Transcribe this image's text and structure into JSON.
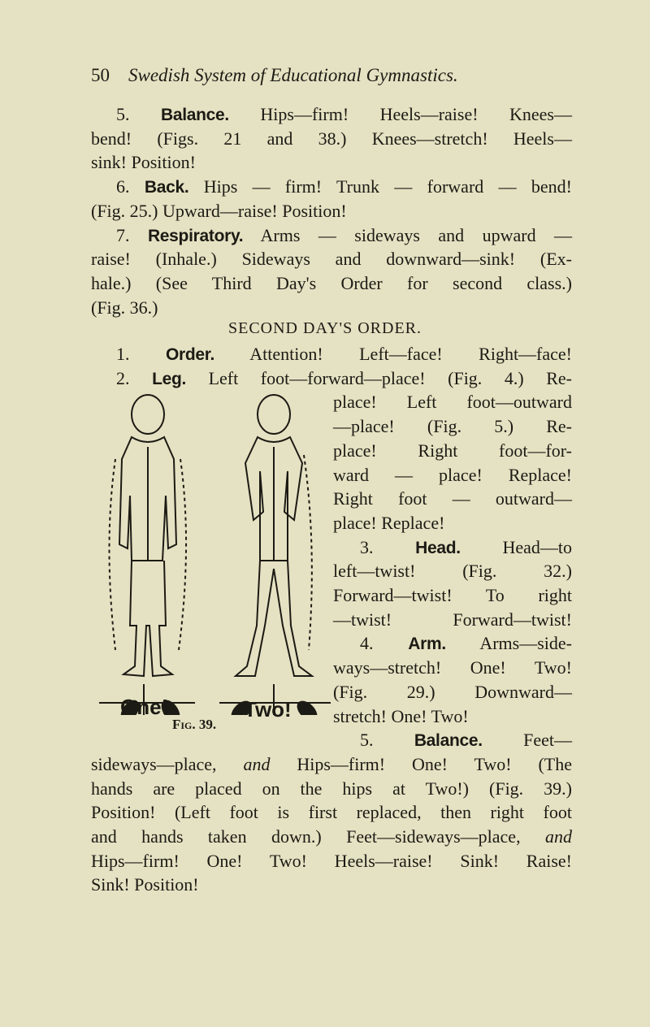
{
  "header": {
    "page_number": "50",
    "running_title": "Swedish System of Educational Gymnastics."
  },
  "section_heading": "SECOND DAY'S ORDER.",
  "figure": {
    "label_one": "One!",
    "label_two": "Two!",
    "caption": "Fig. 39."
  },
  "lines": [
    [
      {
        "t": "5. "
      },
      {
        "t": "Balance.",
        "s": "b"
      },
      {
        "t": " Hips—firm! Heels—raise! Knees—"
      }
    ],
    [
      {
        "t": "bend! (Figs. 21 and 38.) Knees—stretch! Heels—"
      }
    ],
    [
      {
        "t": "sink! Position!"
      }
    ],
    [
      {
        "t": "6. "
      },
      {
        "t": "Back.",
        "s": "b"
      },
      {
        "t": " Hips — firm! Trunk — forward — bend!"
      }
    ],
    [
      {
        "t": "(Fig. 25.) Upward—raise! Position!"
      }
    ],
    [
      {
        "t": "7. "
      },
      {
        "t": "Respiratory.",
        "s": "b"
      },
      {
        "t": " Arms — sideways and upward —"
      }
    ],
    [
      {
        "t": "raise! (Inhale.) Sideways and downward—sink! (Ex-"
      }
    ],
    [
      {
        "t": "hale.) (See Third Day's Order for second class.)"
      }
    ],
    [
      {
        "t": "(Fig. 36.)"
      }
    ],
    [
      {
        "t": "1. "
      },
      {
        "t": "Order.",
        "s": "b"
      },
      {
        "t": " Attention! Left—face! Right—face!"
      }
    ],
    [
      {
        "t": "2. "
      },
      {
        "t": "Leg.",
        "s": "b"
      },
      {
        "t": " Left foot—forward—place! (Fig. 4.) Re-"
      }
    ],
    [
      {
        "t": "place! Left foot—outward"
      }
    ],
    [
      {
        "t": "—place! (Fig. 5.) Re-"
      }
    ],
    [
      {
        "t": "place! Right foot—for-"
      }
    ],
    [
      {
        "t": "ward — place! Replace!"
      }
    ],
    [
      {
        "t": "Right foot — outward—"
      }
    ],
    [
      {
        "t": "place! Replace!"
      }
    ],
    [
      {
        "t": "3. "
      },
      {
        "t": "Head.",
        "s": "b"
      },
      {
        "t": " Head—to"
      }
    ],
    [
      {
        "t": "left—twist! (Fig. 32.)"
      }
    ],
    [
      {
        "t": "Forward—twist! To right"
      }
    ],
    [
      {
        "t": "—twist! Forward—twist!"
      }
    ],
    [
      {
        "t": "4. "
      },
      {
        "t": "Arm.",
        "s": "b"
      },
      {
        "t": " Arms—side-"
      }
    ],
    [
      {
        "t": "ways—stretch! One! Two!"
      }
    ],
    [
      {
        "t": "(Fig. 29.) Downward—"
      }
    ],
    [
      {
        "t": "stretch! One! Two!"
      }
    ],
    [
      {
        "t": "5. "
      },
      {
        "t": "Balance.",
        "s": "b"
      },
      {
        "t": " Feet—"
      }
    ],
    [
      {
        "t": "sideways—place, "
      },
      {
        "t": "and",
        "s": "i"
      },
      {
        "t": " Hips—firm! One! Two! (The"
      }
    ],
    [
      {
        "t": "hands are placed on the hips at Two!) (Fig. 39.)"
      }
    ],
    [
      {
        "t": "Position! (Left foot is first replaced, then right foot"
      }
    ],
    [
      {
        "t": "and hands taken down.) Feet—sideways—place, "
      },
      {
        "t": "and",
        "s": "i"
      }
    ],
    [
      {
        "t": "Hips—firm! One! Two! Heels—raise! Sink! Raise!"
      }
    ],
    [
      {
        "t": "Sink! Position!"
      }
    ]
  ]
}
